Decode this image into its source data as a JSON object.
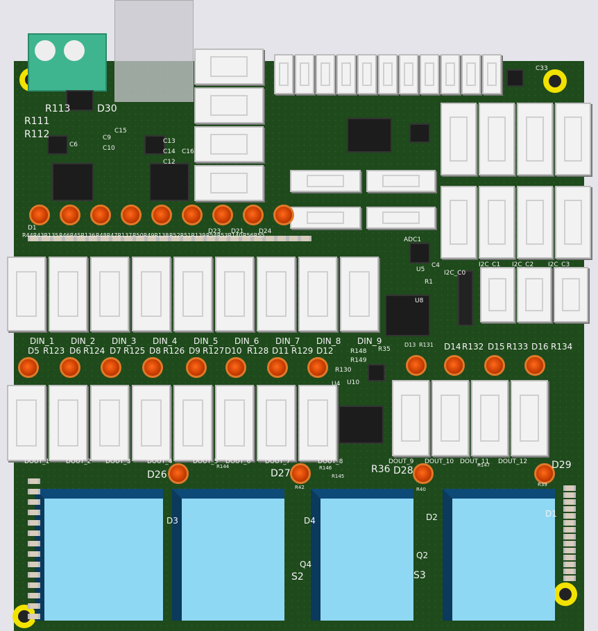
{
  "colors": {
    "board": "#1f4a1c",
    "silkscreen": "#f4f4f4",
    "led": "#e0501a",
    "relay": "#8fd8f4",
    "terminal": "#3fb58f",
    "mounting_hole": "#f2e200"
  },
  "top_labels": [
    "R113",
    "R111",
    "R112",
    "D30",
    "C6",
    "C9",
    "C10",
    "C15",
    "C13",
    "C14",
    "C12",
    "C16",
    "D1",
    "D23",
    "D21",
    "D24",
    "C33",
    "U5",
    "R1",
    "ADC1",
    "C4"
  ],
  "led_row1_labels": [
    "R44R43R135",
    "R46R45R136",
    "R48R47R137",
    "R50R49R138",
    "R52R51R139",
    "R54R53R140",
    "R56R55"
  ],
  "din_labels": [
    "DIN_1",
    "DIN_2",
    "DIN_3",
    "DIN_4",
    "DIN_5",
    "DIN_6",
    "DIN_7",
    "DIN_8",
    "DIN_9"
  ],
  "led_row2_labels": [
    "D5",
    "R123",
    "D6",
    "R124",
    "D7",
    "R125",
    "D8",
    "R126",
    "D9",
    "R127",
    "D10",
    "R128",
    "D11",
    "R129",
    "D12"
  ],
  "led_row2_right_labels": [
    "D13",
    "R131",
    "D14",
    "R132",
    "D15",
    "R133",
    "D16",
    "R134"
  ],
  "mid_labels": [
    "R148",
    "R149",
    "R35",
    "R130",
    "U10",
    "U4",
    "U8",
    "I2C_C0",
    "I2C_C1",
    "I2C_C2",
    "I2C_C3"
  ],
  "dout_labels": [
    "DOUT_1",
    "DOUT_2",
    "DOUT_3",
    "DOUT_4",
    "DOUT_5",
    "DOUT_6",
    "DOUT_7",
    "DOUT_8",
    "DOUT_9",
    "DOUT_10",
    "DOUT_11",
    "DOUT_12"
  ],
  "bottom_labels": [
    "D26",
    "D27",
    "D28",
    "D29",
    "R144",
    "R146",
    "R145",
    "R147",
    "R36",
    "D3",
    "D4",
    "D2",
    "D1",
    "Q4",
    "Q2",
    "S2",
    "S3",
    "R42",
    "R40",
    "R39"
  ]
}
